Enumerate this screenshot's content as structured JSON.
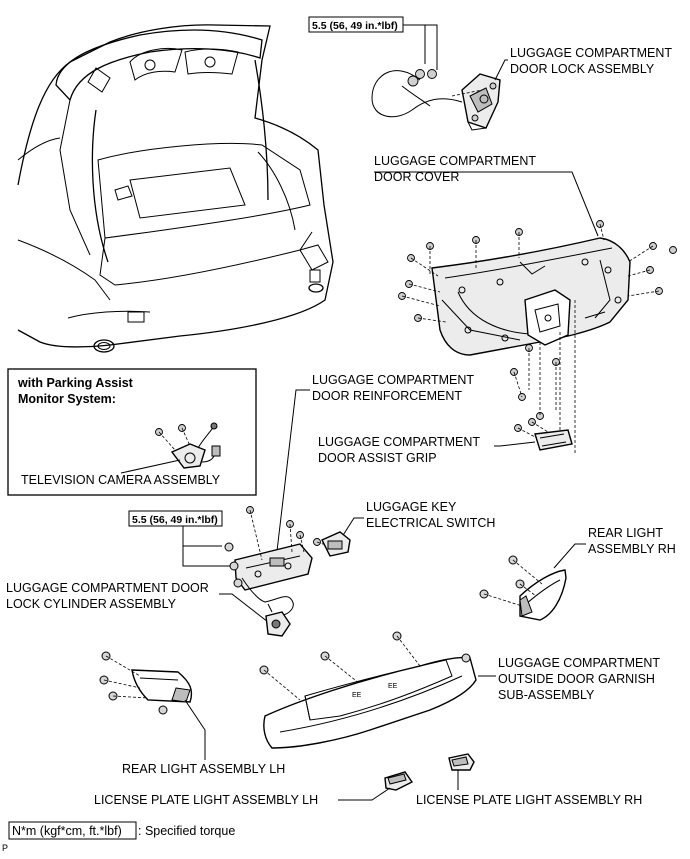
{
  "labels": {
    "lock_assembly_1": "LUGGAGE COMPARTMENT",
    "lock_assembly_2": "DOOR LOCK ASSEMBLY",
    "door_cover_1": "LUGGAGE COMPARTMENT",
    "door_cover_2": "DOOR COVER",
    "reinforcement_1": "LUGGAGE COMPARTMENT",
    "reinforcement_2": "DOOR REINFORCEMENT",
    "assist_grip_1": "LUGGAGE COMPARTMENT",
    "assist_grip_2": "DOOR ASSIST GRIP",
    "key_switch_1": "LUGGAGE KEY",
    "key_switch_2": "ELECTRICAL SWITCH",
    "rear_light_rh_1": "REAR LIGHT",
    "rear_light_rh_2": "ASSEMBLY RH",
    "lock_cylinder_1": "LUGGAGE COMPARTMENT DOOR",
    "lock_cylinder_2": "LOCK CYLINDER ASSEMBLY",
    "garnish_1": "LUGGAGE COMPARTMENT",
    "garnish_2": "OUTSIDE DOOR GARNISH",
    "garnish_3": "SUB-ASSEMBLY",
    "rear_light_lh": "REAR LIGHT ASSEMBLY LH",
    "license_lh": "LICENSE PLATE LIGHT ASSEMBLY LH",
    "license_rh": "LICENSE PLATE LIGHT ASSEMBLY RH",
    "tv_camera": "TELEVISION CAMERA ASSEMBLY"
  },
  "inset": {
    "title_1": "with Parking Assist",
    "title_2": "Monitor System:"
  },
  "torque": {
    "top": "5.5 (56, 49 in.*lbf)",
    "middle": "5.5 (56, 49 in.*lbf)"
  },
  "legend": {
    "key": "N*m (kgf*cm, ft.*lbf)",
    "desc": ": Specified torque"
  },
  "corner_mark": "P"
}
